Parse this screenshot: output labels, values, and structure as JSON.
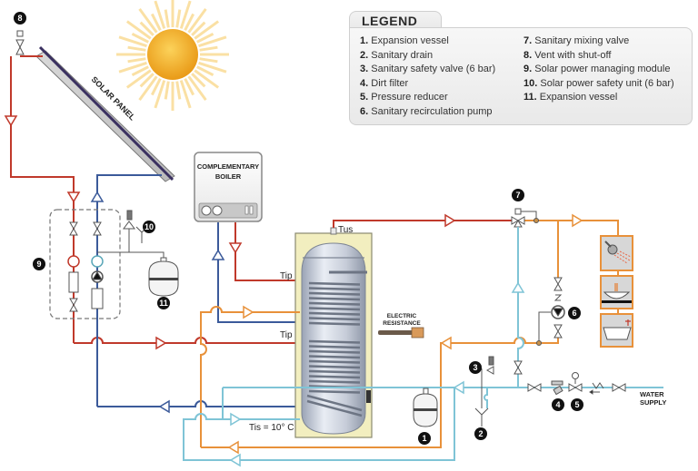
{
  "legend": {
    "title": "LEGEND",
    "items": [
      {
        "num": "1.",
        "label": "Expansion vessel"
      },
      {
        "num": "2.",
        "label": "Sanitary drain"
      },
      {
        "num": "3.",
        "label": "Sanitary safety valve (6 bar)"
      },
      {
        "num": "4.",
        "label": "Dirt filter"
      },
      {
        "num": "5.",
        "label": "Pressure reducer"
      },
      {
        "num": "6.",
        "label": "Sanitary recirculation pump"
      },
      {
        "num": "7.",
        "label": "Sanitary mixing valve"
      },
      {
        "num": "8.",
        "label": "Vent with shut-off"
      },
      {
        "num": "9.",
        "label": "Solar power managing module"
      },
      {
        "num": "10.",
        "label": "Solar power safety unit (6 bar)"
      },
      {
        "num": "11.",
        "label": "Expansion vessel"
      }
    ]
  },
  "labels": {
    "solar_panel": "SOLAR PANEL",
    "boiler_line1": "COMPLEMENTARY",
    "boiler_line2": "BOILER",
    "tus": "Tus",
    "tip_upper": "Tip",
    "tip_lower": "Tip",
    "tis": "Tis = 10° C",
    "electric_line1": "ELECTRIC",
    "electric_line2": "RESISTANCE",
    "water_line1": "WATER",
    "water_line2": "SUPPLY"
  },
  "badges": {
    "b1": "1",
    "b2": "2",
    "b3": "3",
    "b4": "4",
    "b5": "5",
    "b6": "6",
    "b7": "7",
    "b8": "8",
    "b9": "9",
    "b10": "10",
    "b11": "11"
  },
  "colors": {
    "solar_hot": "#c0392b",
    "solar_cold": "#3b5a9a",
    "sanitary_hot": "#e8913a",
    "sanitary_cold": "#7fc4d6",
    "panel_edge": "#3a3060",
    "sun": "#f2a91e"
  }
}
